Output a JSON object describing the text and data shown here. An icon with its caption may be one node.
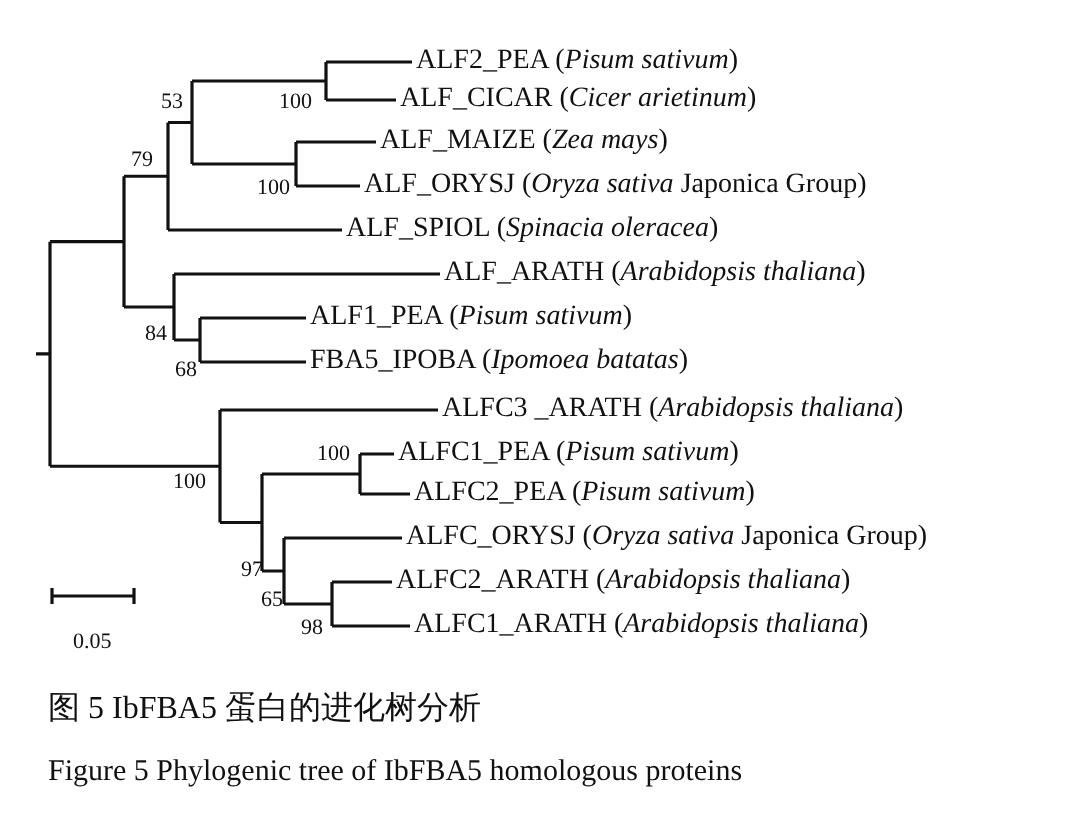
{
  "diagram": {
    "caption": "图 5 IbFBA5 蛋白的进化树分析",
    "labels": [
      "ALF2_PEA (*Pisum sativum*)",
      "ALF_CICAR (*Cicer arietinum*)",
      "ALF_MAIZE (*Zea mays*)",
      "ALF_ORYSJ (*Oryza sativa* Japonica Group)",
      "ALF_SPIOL (*Spinacia oleracea*)",
      "ALF_ARATH (*Arabidopsis thaliana*)",
      "ALF1_PEA (*Pisum sativum*)",
      "FBA5_IPOBA (*Ipomoea batatas*)",
      "ALFC3 _ARATH (*Arabidopsis thaliana*)",
      "ALFC1_PEA (*Pisum sativum*)",
      "ALFC2_PEA (*Pisum sativum*)",
      "ALFC_ORYSJ (*Oryza sativa* Japonica Group)",
      "ALFC2_ARATH (*Arabidopsis thaliana*)",
      "ALFC1_ARATH (*Arabidopsis thaliana*)",
      "53",
      "100",
      "100",
      "79",
      "84",
      "68",
      "100",
      "100",
      "97",
      "65",
      "98",
      "0.05",
      "Figure 5 Phylogenic tree of  IbFBA5 homologous proteins"
    ]
  }
}
